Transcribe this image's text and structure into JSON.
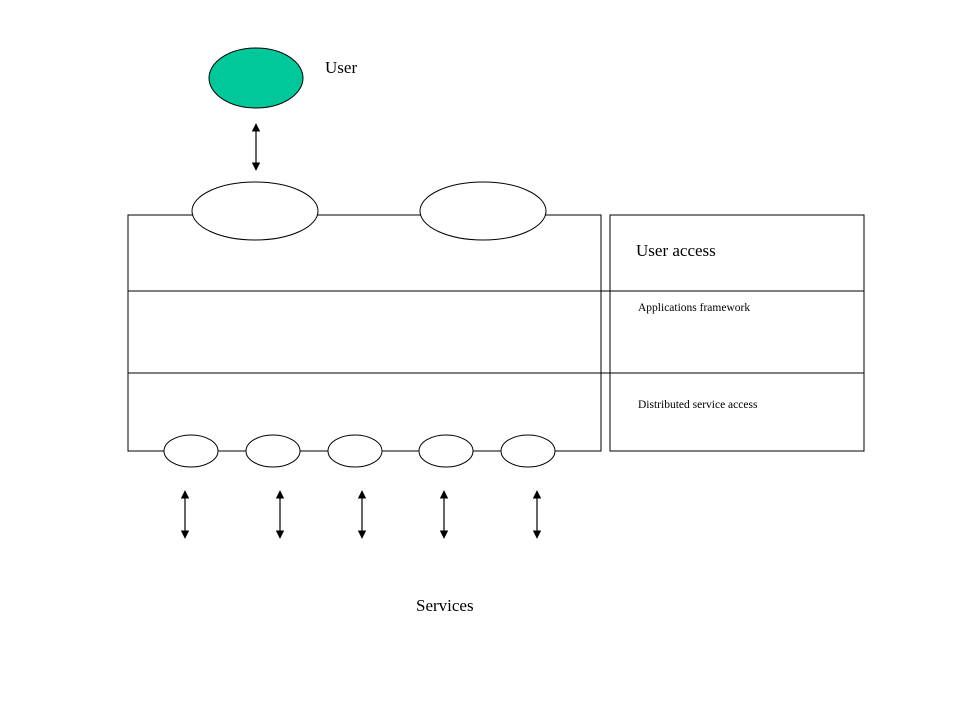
{
  "labels": {
    "user": "User",
    "user_access": "User access",
    "applications_framework": "Applications framework",
    "distributed_service_access": "Distributed service access",
    "services": "Services"
  },
  "colors": {
    "user_node": "#00c89a",
    "stroke": "#000000",
    "background": "#ffffff"
  }
}
